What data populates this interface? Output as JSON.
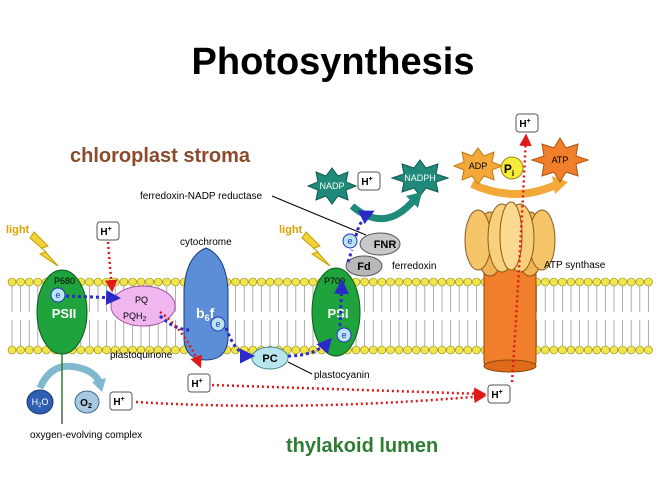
{
  "title": "Photosynthesis",
  "regions": {
    "stroma": "chloroplast stroma",
    "lumen": "thylakoid lumen"
  },
  "light_labels": [
    "light",
    "light"
  ],
  "complexes": {
    "ps2": {
      "name": "PSII",
      "pigment": "P680"
    },
    "cytochrome": {
      "label": "cytochrome",
      "name_base": "b",
      "name_sub": "6",
      "name_end": "f"
    },
    "ps1": {
      "name": "PSI",
      "pigment": "P700"
    },
    "atp_synthase": {
      "label": "ATP synthase"
    }
  },
  "carriers": {
    "pq": "PQ",
    "pqh2_base": "PQH",
    "pqh2_sub": "2",
    "plastoquinone": "plastoquinone",
    "pc": "PC",
    "plastocyanin": "plastocyanin",
    "fd": "Fd",
    "ferredoxin": "ferredoxin",
    "fnr": "FNR",
    "fnr_label": "ferredoxin-NADP reductase"
  },
  "molecules": {
    "nadp": "NADP",
    "nadph": "NADPH",
    "adp": "ADP",
    "pi_base": "P",
    "pi_sub": "i",
    "atp": "ATP",
    "h2o_base": "H",
    "h2o_sub": "2",
    "h2o_end": "O",
    "o2_base": "O",
    "o2_sub": "2",
    "proton": "H",
    "proton_sup": "+",
    "electron": "e"
  },
  "oec_label": "oxygen-evolving complex",
  "colors": {
    "stroma_text": "#8b4a2b",
    "lumen_text": "#2e7d32",
    "membrane_head": "#f1e54a",
    "photosystem": "#1fa33c",
    "cytochrome": "#5b8ed6",
    "pq": "#f0b6f0",
    "pc": "#b9e6ee",
    "atp_synthase_head": "#f3b455",
    "atp_synthase_stalk": "#f07e2a",
    "proton_path": "#e01a1a",
    "electron_path": "#2a2ac8",
    "light": "#f5d23a",
    "nadp_star": "#1f8a7a",
    "adp_star": "#f2a93a"
  }
}
